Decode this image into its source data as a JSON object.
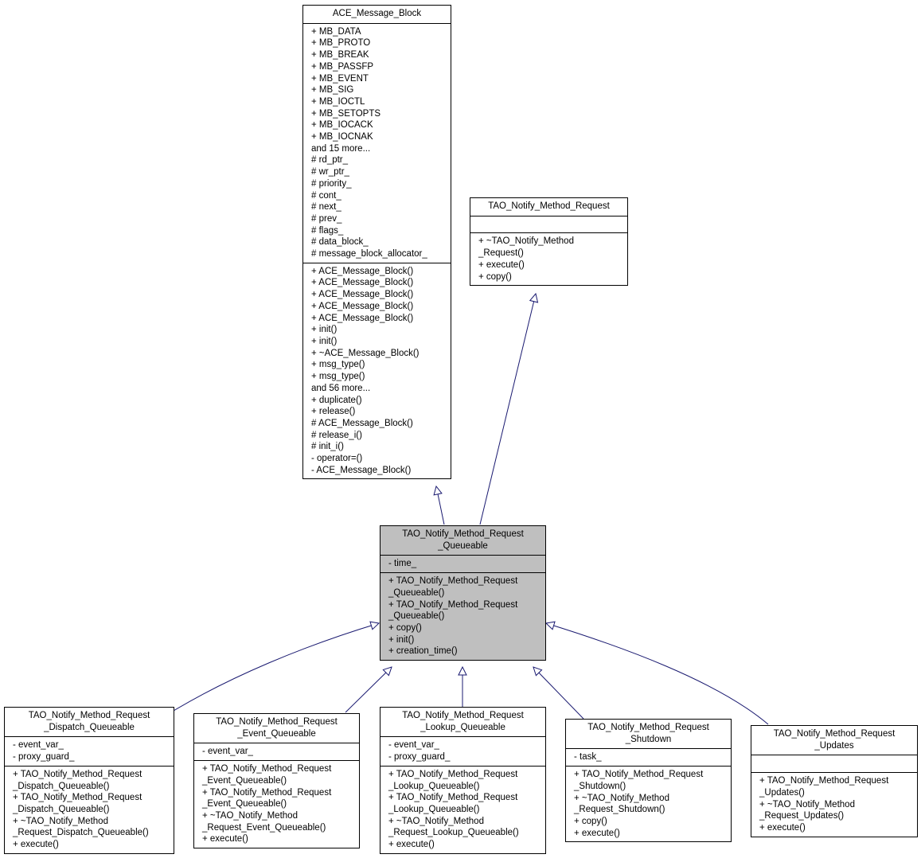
{
  "colors": {
    "edge": "#191970",
    "highlight_fill": "#bfbfbf",
    "box_border": "#000000"
  },
  "classes": {
    "ace_message_block": {
      "name": [
        "ACE_Message_Block"
      ],
      "attributes": [
        "+ MB_DATA",
        "+ MB_PROTO",
        "+ MB_BREAK",
        "+ MB_PASSFP",
        "+ MB_EVENT",
        "+ MB_SIG",
        "+ MB_IOCTL",
        "+ MB_SETOPTS",
        "+ MB_IOCACK",
        "+ MB_IOCNAK",
        "and 15 more...",
        "# rd_ptr_",
        "# wr_ptr_",
        "# priority_",
        "# cont_",
        "# next_",
        "# prev_",
        "# flags_",
        "# data_block_",
        "# message_block_allocator_"
      ],
      "operations": [
        "+ ACE_Message_Block()",
        "+ ACE_Message_Block()",
        "+ ACE_Message_Block()",
        "+ ACE_Message_Block()",
        "+ ACE_Message_Block()",
        "+ init()",
        "+ init()",
        "+ ~ACE_Message_Block()",
        "+ msg_type()",
        "+ msg_type()",
        "and 56 more...",
        "+ duplicate()",
        "+ release()",
        "# ACE_Message_Block()",
        "# release_i()",
        "# init_i()",
        "- operator=()",
        "- ACE_Message_Block()"
      ]
    },
    "tao_notify_method_request": {
      "name": [
        "TAO_Notify_Method_Request"
      ],
      "attributes": [],
      "operations": [
        "+ ~TAO_Notify_Method",
        "_Request()",
        "+ execute()",
        "+ copy()"
      ]
    },
    "queueable": {
      "name": [
        "TAO_Notify_Method_Request",
        "_Queueable"
      ],
      "attributes": [
        "- time_"
      ],
      "operations": [
        "+ TAO_Notify_Method_Request",
        "_Queueable()",
        "+ TAO_Notify_Method_Request",
        "_Queueable()",
        "+ copy()",
        "+ init()",
        "+ creation_time()"
      ]
    },
    "dispatch_queueable": {
      "name": [
        "TAO_Notify_Method_Request",
        "_Dispatch_Queueable"
      ],
      "attributes": [
        "- event_var_",
        "- proxy_guard_"
      ],
      "operations": [
        "+ TAO_Notify_Method_Request",
        "_Dispatch_Queueable()",
        "+ TAO_Notify_Method_Request",
        "_Dispatch_Queueable()",
        "+ ~TAO_Notify_Method",
        "_Request_Dispatch_Queueable()",
        "+ execute()"
      ]
    },
    "event_queueable": {
      "name": [
        "TAO_Notify_Method_Request",
        "_Event_Queueable"
      ],
      "attributes": [
        "- event_var_"
      ],
      "operations": [
        "+ TAO_Notify_Method_Request",
        "_Event_Queueable()",
        "+ TAO_Notify_Method_Request",
        "_Event_Queueable()",
        "+ ~TAO_Notify_Method",
        "_Request_Event_Queueable()",
        "+ execute()"
      ]
    },
    "lookup_queueable": {
      "name": [
        "TAO_Notify_Method_Request",
        "_Lookup_Queueable"
      ],
      "attributes": [
        "- event_var_",
        "- proxy_guard_"
      ],
      "operations": [
        "+ TAO_Notify_Method_Request",
        "_Lookup_Queueable()",
        "+ TAO_Notify_Method_Request",
        "_Lookup_Queueable()",
        "+ ~TAO_Notify_Method",
        "_Request_Lookup_Queueable()",
        "+ execute()"
      ]
    },
    "shutdown": {
      "name": [
        "TAO_Notify_Method_Request",
        "_Shutdown"
      ],
      "attributes": [
        "- task_"
      ],
      "operations": [
        "+ TAO_Notify_Method_Request",
        "_Shutdown()",
        "+ ~TAO_Notify_Method",
        "_Request_Shutdown()",
        "+ copy()",
        "+ execute()"
      ]
    },
    "updates": {
      "name": [
        "TAO_Notify_Method_Request",
        "_Updates"
      ],
      "attributes": [],
      "operations": [
        "+ TAO_Notify_Method_Request",
        "_Updates()",
        "+ ~TAO_Notify_Method",
        "_Request_Updates()",
        "+ execute()"
      ]
    }
  }
}
